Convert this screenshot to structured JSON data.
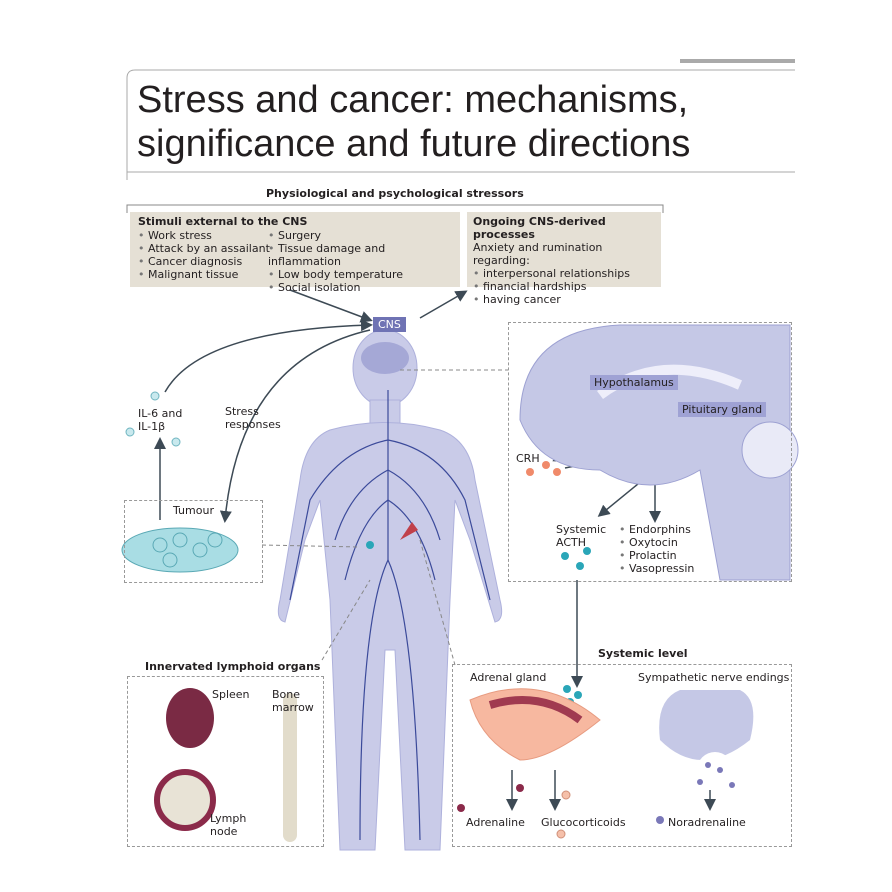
{
  "title": {
    "line1": "Stress and cancer: mechanisms,",
    "line2": "significance and future directions"
  },
  "stressors": {
    "heading": "Physiological and psychological stressors",
    "external": {
      "heading": "Stimuli external to the CNS",
      "col1": [
        "Work stress",
        "Attack by an assailant",
        "Cancer diagnosis",
        "Malignant tissue"
      ],
      "col2": [
        "Surgery",
        "Tissue damage and inflammation",
        "Low body temperature",
        "Social isolation"
      ]
    },
    "ongoing": {
      "heading": "Ongoing CNS-derived processes",
      "intro": "Anxiety and rumination regarding:",
      "items": [
        "interpersonal relationships",
        "financial hardships",
        "having cancer"
      ]
    }
  },
  "cns_label": "CNS",
  "il_label": {
    "line1": "IL-6 and",
    "line2": "IL-1β"
  },
  "stress_responses": {
    "line1": "Stress",
    "line2": "responses"
  },
  "tumour_label": "Tumour",
  "brain": {
    "hypothalamus": "Hypothalamus",
    "pituitary": "Pituitary gland",
    "crh": "CRH",
    "acth": {
      "line1": "Systemic",
      "line2": "ACTH"
    },
    "hormones": [
      "Endorphins",
      "Oxytocin",
      "Prolactin",
      "Vasopressin"
    ]
  },
  "lymphoid": {
    "heading": "Innervated lymphoid organs",
    "spleen": "Spleen",
    "bone_marrow": {
      "line1": "Bone",
      "line2": "marrow"
    },
    "lymph_node": {
      "line1": "Lymph",
      "line2": "node"
    }
  },
  "systemic": {
    "heading": "Systemic level",
    "adrenal": "Adrenal gland",
    "sympathetic": "Sympathetic nerve endings",
    "adrenaline": "Adrenaline",
    "glucocorticoids": "Glucocorticoids",
    "noradrenaline": "Noradrenaline"
  },
  "colors": {
    "cns": "#6f73b4",
    "body": "#c9cbe8",
    "nerve": "#3b4a9a",
    "box": "#e5e0d5",
    "crh": "#f08a6a",
    "acth": "#2aa6b8",
    "adrenaline": "#8b2a4a",
    "gluco": "#f5c0aa",
    "noradrenaline": "#7a78b8"
  }
}
